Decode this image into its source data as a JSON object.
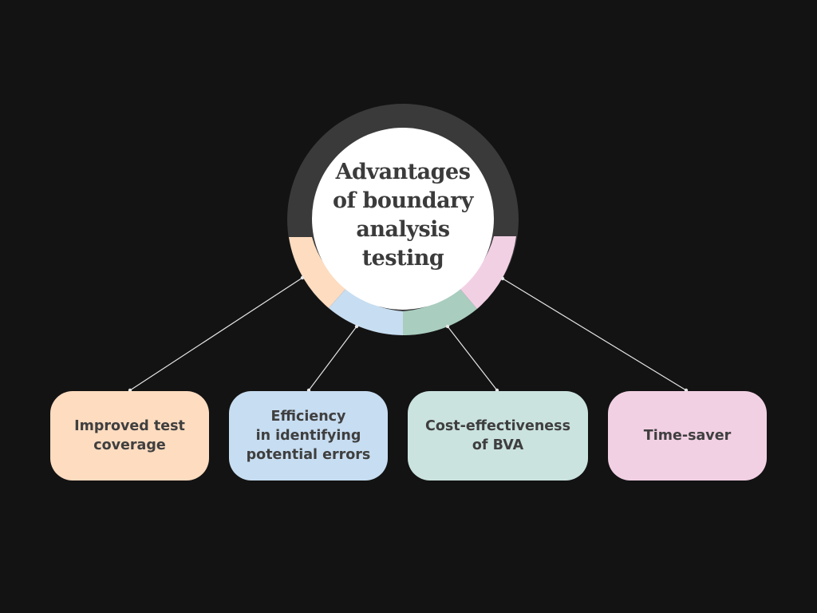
{
  "title": "Advantages\nof boundary\nanalysis\ntesting",
  "colors": {
    "background": "#131313",
    "ring_dark": "#3a3a3a",
    "center_fill": "#ffffff",
    "connector": "#e6e6e6"
  },
  "advantages": [
    {
      "label": "Improved test\ncoverage",
      "color": "#fddcc0"
    },
    {
      "label": "Efficiency\nin identifying\npotential errors",
      "color": "#c7ddf1"
    },
    {
      "label": "Cost-effectiveness\nof BVA",
      "color": "#cbe3df"
    },
    {
      "label": "Time-saver",
      "color": "#f2d0e4"
    }
  ],
  "ring_segments": [
    {
      "name": "peach",
      "color": "#fddcc0"
    },
    {
      "name": "blue",
      "color": "#c7ddf1"
    },
    {
      "name": "green",
      "color": "#a9cdbf"
    },
    {
      "name": "pink",
      "color": "#f2d0e4"
    }
  ]
}
